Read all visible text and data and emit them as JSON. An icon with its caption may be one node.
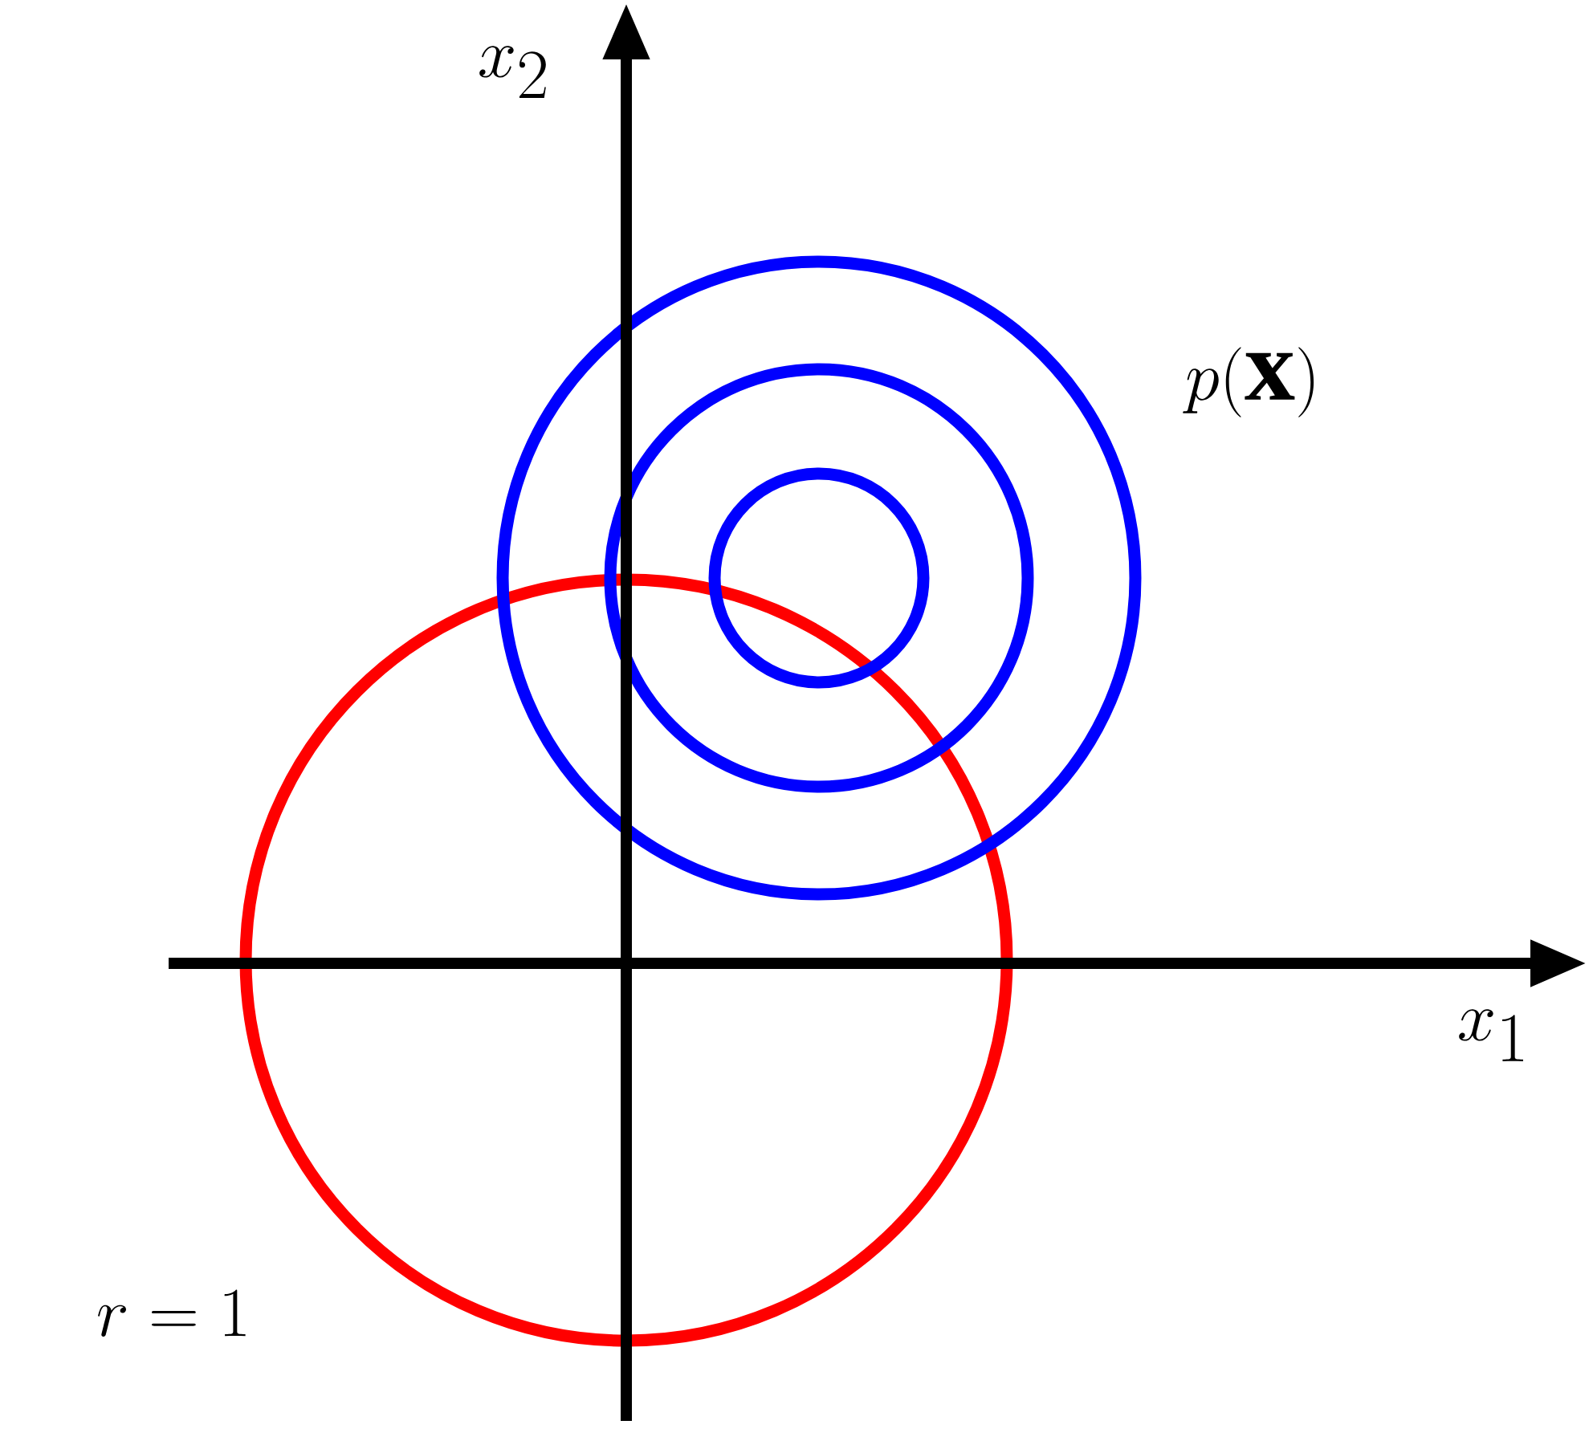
{
  "diagram": {
    "labels": [
      "x_2",
      "p(\\mathbf{x})",
      "x_1",
      "r = 1"
    ]
  }
}
